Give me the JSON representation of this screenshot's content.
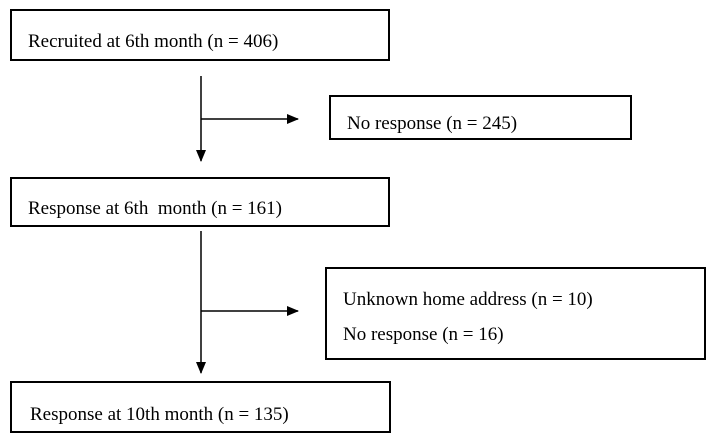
{
  "flowchart": {
    "recruited": "Recruited at 6th month (n = 406)",
    "no_response_1": "No response (n = 245)",
    "response_6th": "Response at 6th  month (n = 161)",
    "excluded": {
      "unknown_address": "Unknown home address (n = 10)",
      "no_response_2": "No response (n = 16)"
    },
    "response_10th": "Response at 10th month (n = 135)"
  }
}
